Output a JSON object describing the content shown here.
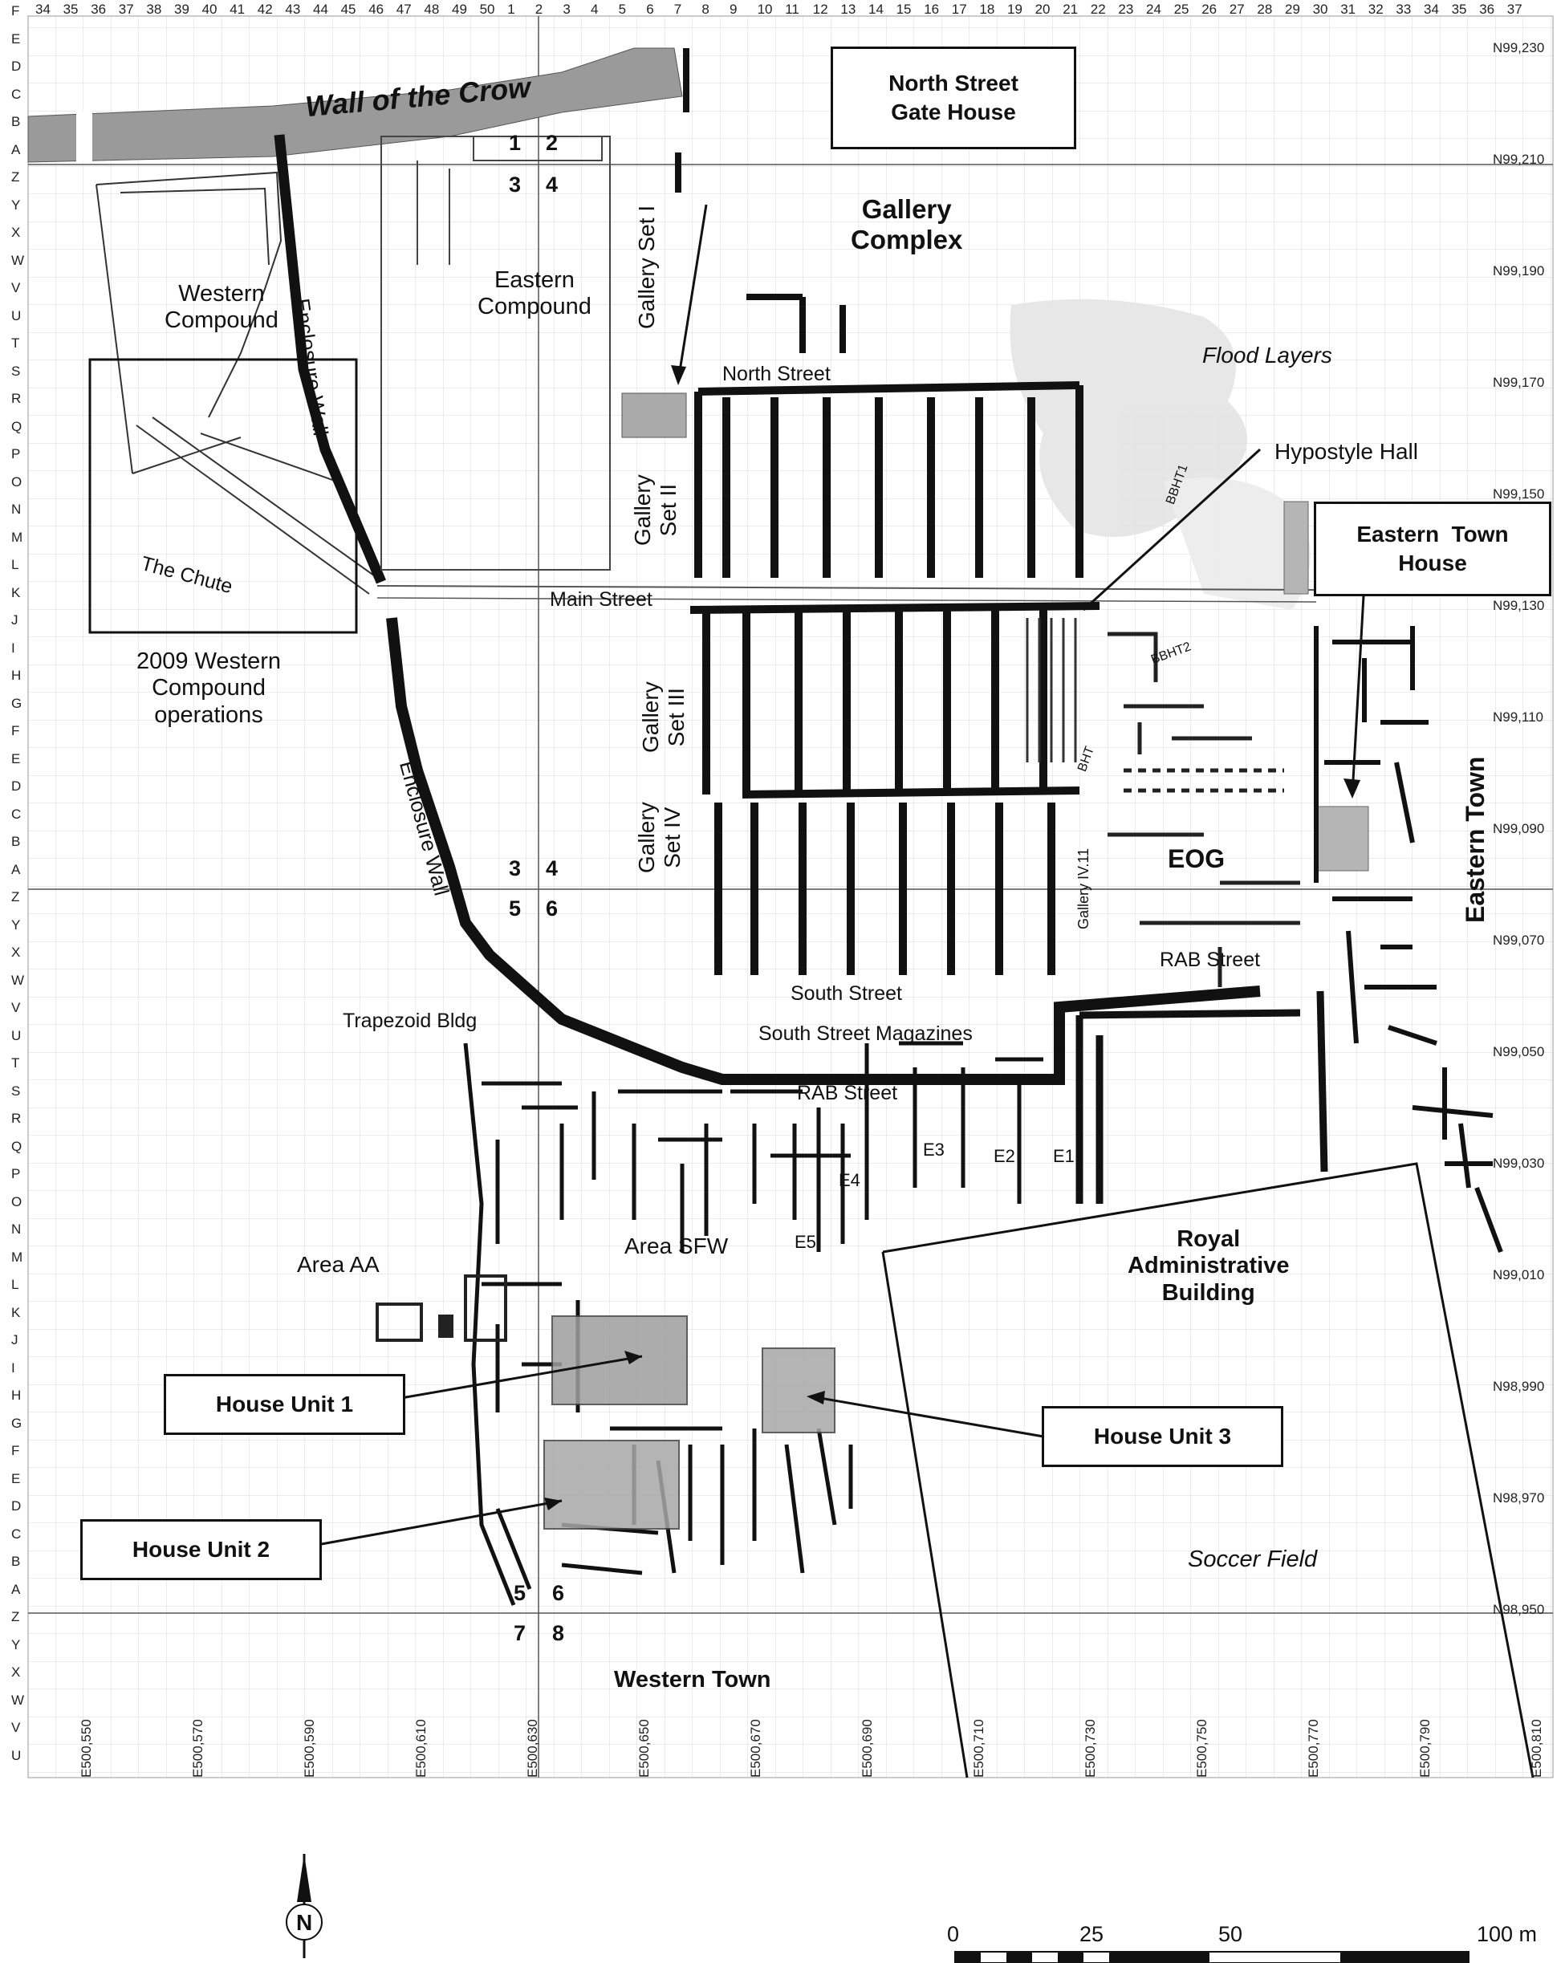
{
  "column_ticks": [
    "34",
    "35",
    "36",
    "37",
    "38",
    "39",
    "40",
    "41",
    "42",
    "43",
    "44",
    "45",
    "46",
    "47",
    "48",
    "49",
    "50",
    "1",
    "2",
    "3",
    "4",
    "5",
    "6",
    "7",
    "8",
    "9",
    "10",
    "11",
    "12",
    "13",
    "14",
    "15",
    "16",
    "17",
    "18",
    "19",
    "20",
    "21",
    "22",
    "23",
    "24",
    "25",
    "26",
    "27",
    "28",
    "29",
    "30",
    "31",
    "32",
    "33",
    "34",
    "35",
    "36",
    "37"
  ],
  "row_ticks": [
    "F",
    "E",
    "D",
    "C",
    "B",
    "A",
    "Z",
    "Y",
    "X",
    "W",
    "V",
    "U",
    "T",
    "S",
    "R",
    "Q",
    "P",
    "O",
    "N",
    "M",
    "L",
    "K",
    "J",
    "I",
    "H",
    "G",
    "F",
    "E",
    "D",
    "C",
    "B",
    "A",
    "Z",
    "Y",
    "X",
    "W",
    "V",
    "U",
    "T",
    "S",
    "R",
    "Q",
    "P",
    "O",
    "N",
    "M",
    "L",
    "K",
    "J",
    "I",
    "H",
    "G",
    "F",
    "E",
    "D",
    "C",
    "B",
    "A",
    "Z",
    "Y",
    "X",
    "W",
    "V",
    "U"
  ],
  "northings": [
    "N99,230",
    "N99,210",
    "N99,190",
    "N99,170",
    "N99,150",
    "N99,130",
    "N99,110",
    "N99,090",
    "N99,070",
    "N99,050",
    "N99,030",
    "N99,010",
    "N98,990",
    "N98,970",
    "N98,950"
  ],
  "eastings": [
    "E500,550",
    "E500,570",
    "E500,590",
    "E500,610",
    "E500,630",
    "E500,650",
    "E500,670",
    "E500,690",
    "E500,710",
    "E500,730",
    "E500,750",
    "E500,770",
    "E500,790",
    "E500,810"
  ],
  "labels": {
    "wall_of_crow": "Wall of the Crow",
    "western_compound": "Western\nCompound",
    "eastern_compound": "Eastern\nCompound",
    "enclosure_wall_n": "Enclosure Wall",
    "enclosure_wall_s": "Enclosure Wall",
    "the_chute": "The Chute",
    "ops_2009": "2009 Western\nCompound\noperations",
    "gallery_complex": "Gallery\nComplex",
    "gallery_set_1": "Gallery Set I",
    "gallery_set_2": "Gallery\nSet II",
    "gallery_set_3": "Gallery\nSet III",
    "gallery_set_4": "Gallery\nSet IV",
    "north_street": "North Street",
    "main_street": "Main Street",
    "south_street": "South Street",
    "south_street_magazines": "South Street Magazines",
    "rab_street_1": "RAB Street",
    "rab_street_2": "RAB Street",
    "flood_layers": "Flood Layers",
    "hypostyle_hall": "Hypostyle Hall",
    "eog": "EOG",
    "eastern_town": "Eastern Town",
    "trapezoid_bldg": "Trapezoid Bldg",
    "area_aa": "Area AA",
    "area_sfw": "Area SFW",
    "royal_admin": "Royal\nAdministrative\nBuilding",
    "soccer_field": "Soccer Field",
    "western_town": "Western Town",
    "gallery_iv11": "Gallery IV.11",
    "bbht1": "BBHT1",
    "bbht2": "BBHT2",
    "bht": "BHT",
    "e1": "E1",
    "e2": "E2",
    "e3": "E3",
    "e4": "E4",
    "e5": "E5"
  },
  "callouts": {
    "north_gate": "North Street\nGate House",
    "eastern_town_house": "Eastern  Town\nHouse",
    "house_unit_1": "House Unit 1",
    "house_unit_2": "House Unit 2",
    "house_unit_3": "House Unit 3"
  },
  "grid_numbers": {
    "g1": "1",
    "g2": "2",
    "g3": "3",
    "g4": "4",
    "h3": "3",
    "h4": "4",
    "h5": "5",
    "h6": "6",
    "i5": "5",
    "i6": "6",
    "i7": "7",
    "i8": "8"
  },
  "scale": {
    "labels": [
      "0",
      "25",
      "50",
      "100 m"
    ]
  },
  "north_arrow": "N"
}
